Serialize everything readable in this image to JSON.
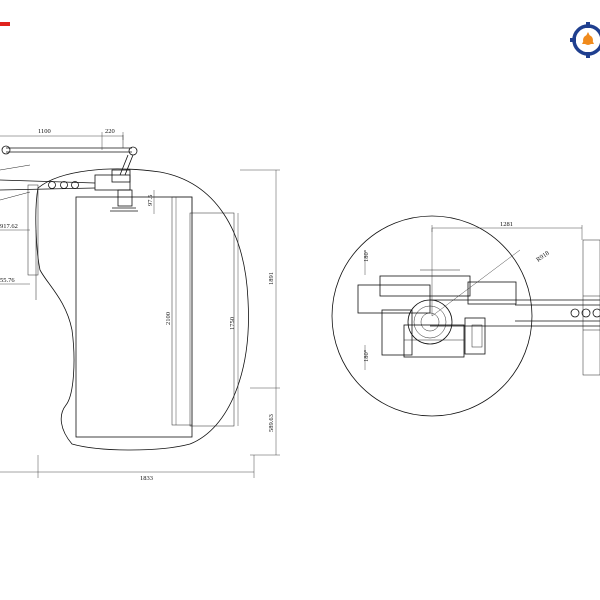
{
  "colors": {
    "line": "#111111",
    "brand_red": "#e0231d",
    "logo_blue": "#1f3f8f",
    "logo_orange": "#f08a1c"
  },
  "logo": {
    "icon": "gear-robot-logo-icon"
  },
  "side_view": {
    "dims": {
      "top_left": "1100",
      "top_right": "220",
      "reach": "917.62",
      "side_mid": "55.76",
      "joint": "97.5",
      "inner_height": "2100",
      "stack_height": "1750",
      "total_height": "1891",
      "lower_offset": "589.63",
      "base_width": "1833"
    }
  },
  "top_view": {
    "dims": {
      "arm_length": "1281",
      "radius": "R918",
      "angle_top": "180°",
      "angle_bottom": "180°"
    }
  }
}
